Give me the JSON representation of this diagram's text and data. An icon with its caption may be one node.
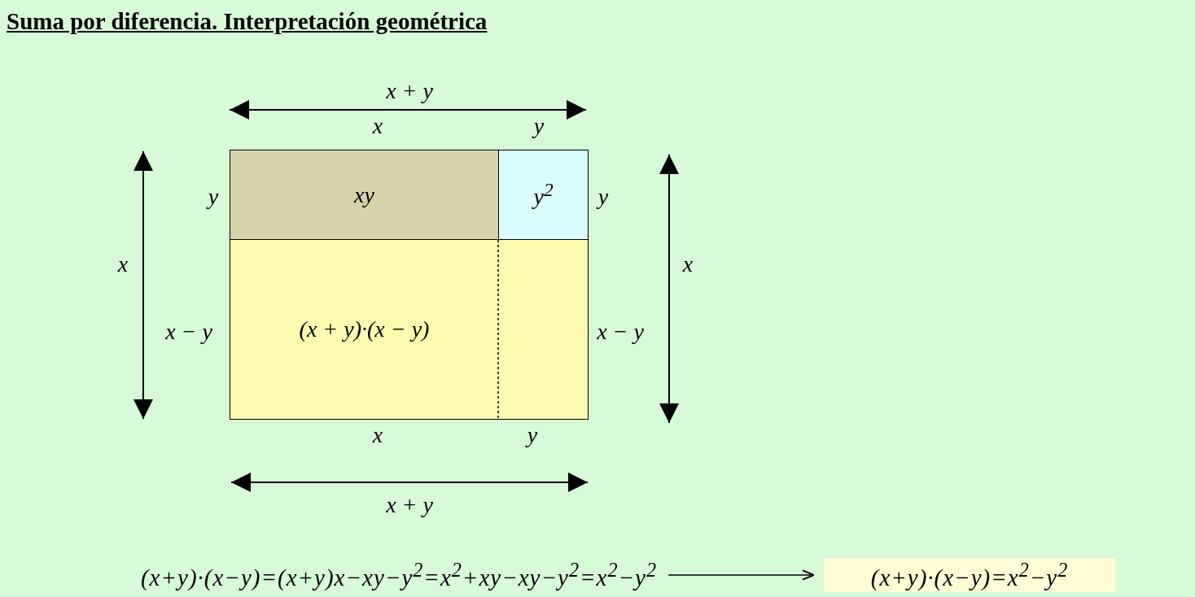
{
  "diagram": {
    "title": "Suma por diferencia. Interpretación geométrica",
    "nodes": [
      {
        "text": [
          "xy"
        ]
      },
      {
        "text": [
          "y$^{2}$"
        ]
      },
      {
        "text": [
          "(x + y)·(x − y)"
        ]
      },
      {
        "text": [
          "(x+y)·(x−y)=(x+y)x−xy−y$^{2}$=x$^{2}$+xy−xy−y$^{2}$=x$^{2}$−y$^{2}$"
        ]
      },
      {
        "text": [
          "(x+y)·(x−y)=x$^{2}$−y$^{2}$"
        ]
      }
    ],
    "edges": [
      {
        "from": 3,
        "to": 4,
        "arrow": "to"
      }
    ],
    "labels": [
      "x + y",
      "x",
      "y",
      "y",
      "y",
      "x",
      "x",
      "x − y",
      "x − y",
      "x",
      "y",
      "x + y"
    ]
  }
}
